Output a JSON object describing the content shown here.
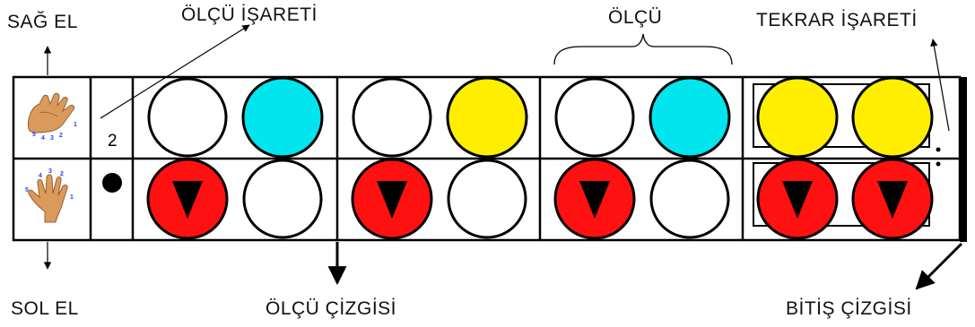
{
  "labels": {
    "right_hand": "SAĞ EL",
    "left_hand": "SOL EL",
    "time_signature": "ÖLÇÜ İŞARETİ",
    "measure": "ÖLÇÜ",
    "repeat_sign": "TEKRAR İŞARETİ",
    "bar_line": "ÖLÇÜ ÇİZGİSİ",
    "end_line": "BİTİŞ ÇİZGİSİ"
  },
  "time_signature_value": "2",
  "finger_numbers": {
    "right": [
      "5",
      "4",
      "3",
      "2",
      "1"
    ],
    "left": [
      "5",
      "4",
      "3",
      "2",
      "1"
    ]
  },
  "colors": {
    "white": "#ffffff",
    "cyan": "#00e5ee",
    "yellow": "#ffee00",
    "red": "#ff1111",
    "outline": "#000000",
    "skin": "#d99a5c"
  },
  "measures": [
    {
      "top": [
        "white",
        "cyan"
      ],
      "bottom": [
        "red-arrow",
        "white"
      ],
      "repeat": false
    },
    {
      "top": [
        "white",
        "yellow"
      ],
      "bottom": [
        "red-arrow",
        "white"
      ],
      "repeat": false
    },
    {
      "top": [
        "white",
        "cyan"
      ],
      "bottom": [
        "red-arrow",
        "white"
      ],
      "repeat": false
    },
    {
      "top": [
        "yellow",
        "yellow"
      ],
      "bottom": [
        "red-arrow",
        "red-arrow"
      ],
      "repeat": true
    }
  ]
}
